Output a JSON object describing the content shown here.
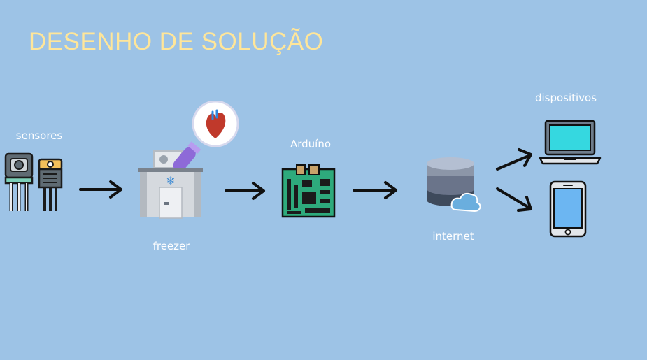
{
  "title": "DESENHO DE SOLUÇÃO",
  "nodes": {
    "sensores": "sensores",
    "freezer": "freezer",
    "arduino": "Arduíno",
    "internet": "internet",
    "dispositivos": "dispositivos"
  },
  "colors": {
    "background": "#9dc3e6",
    "title": "#ffe699",
    "label": "#ffffff"
  }
}
